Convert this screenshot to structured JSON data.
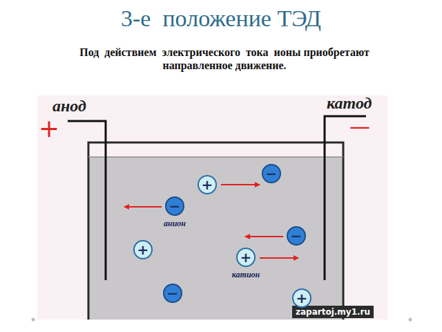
{
  "diagram": {
    "title": "3-е  положение ТЭД",
    "caption": "Под  действием  электрического  тока  ионы приобретают   направленное движение.",
    "nodes": [
      {
        "text": [
          "+"
        ]
      },
      {
        "text": [
          "−"
        ]
      },
      {
        "text": [
          "−",
          "анион"
        ]
      },
      {
        "text": [
          "+"
        ]
      },
      {
        "text": [
          "−"
        ]
      },
      {
        "text": [
          "+",
          "катион"
        ]
      },
      {
        "text": [
          "−"
        ]
      },
      {
        "text": [
          "+"
        ]
      }
    ],
    "labels": [
      "анод",
      "+",
      "катод",
      "—",
      "zapartoj.my1.ru"
    ]
  }
}
